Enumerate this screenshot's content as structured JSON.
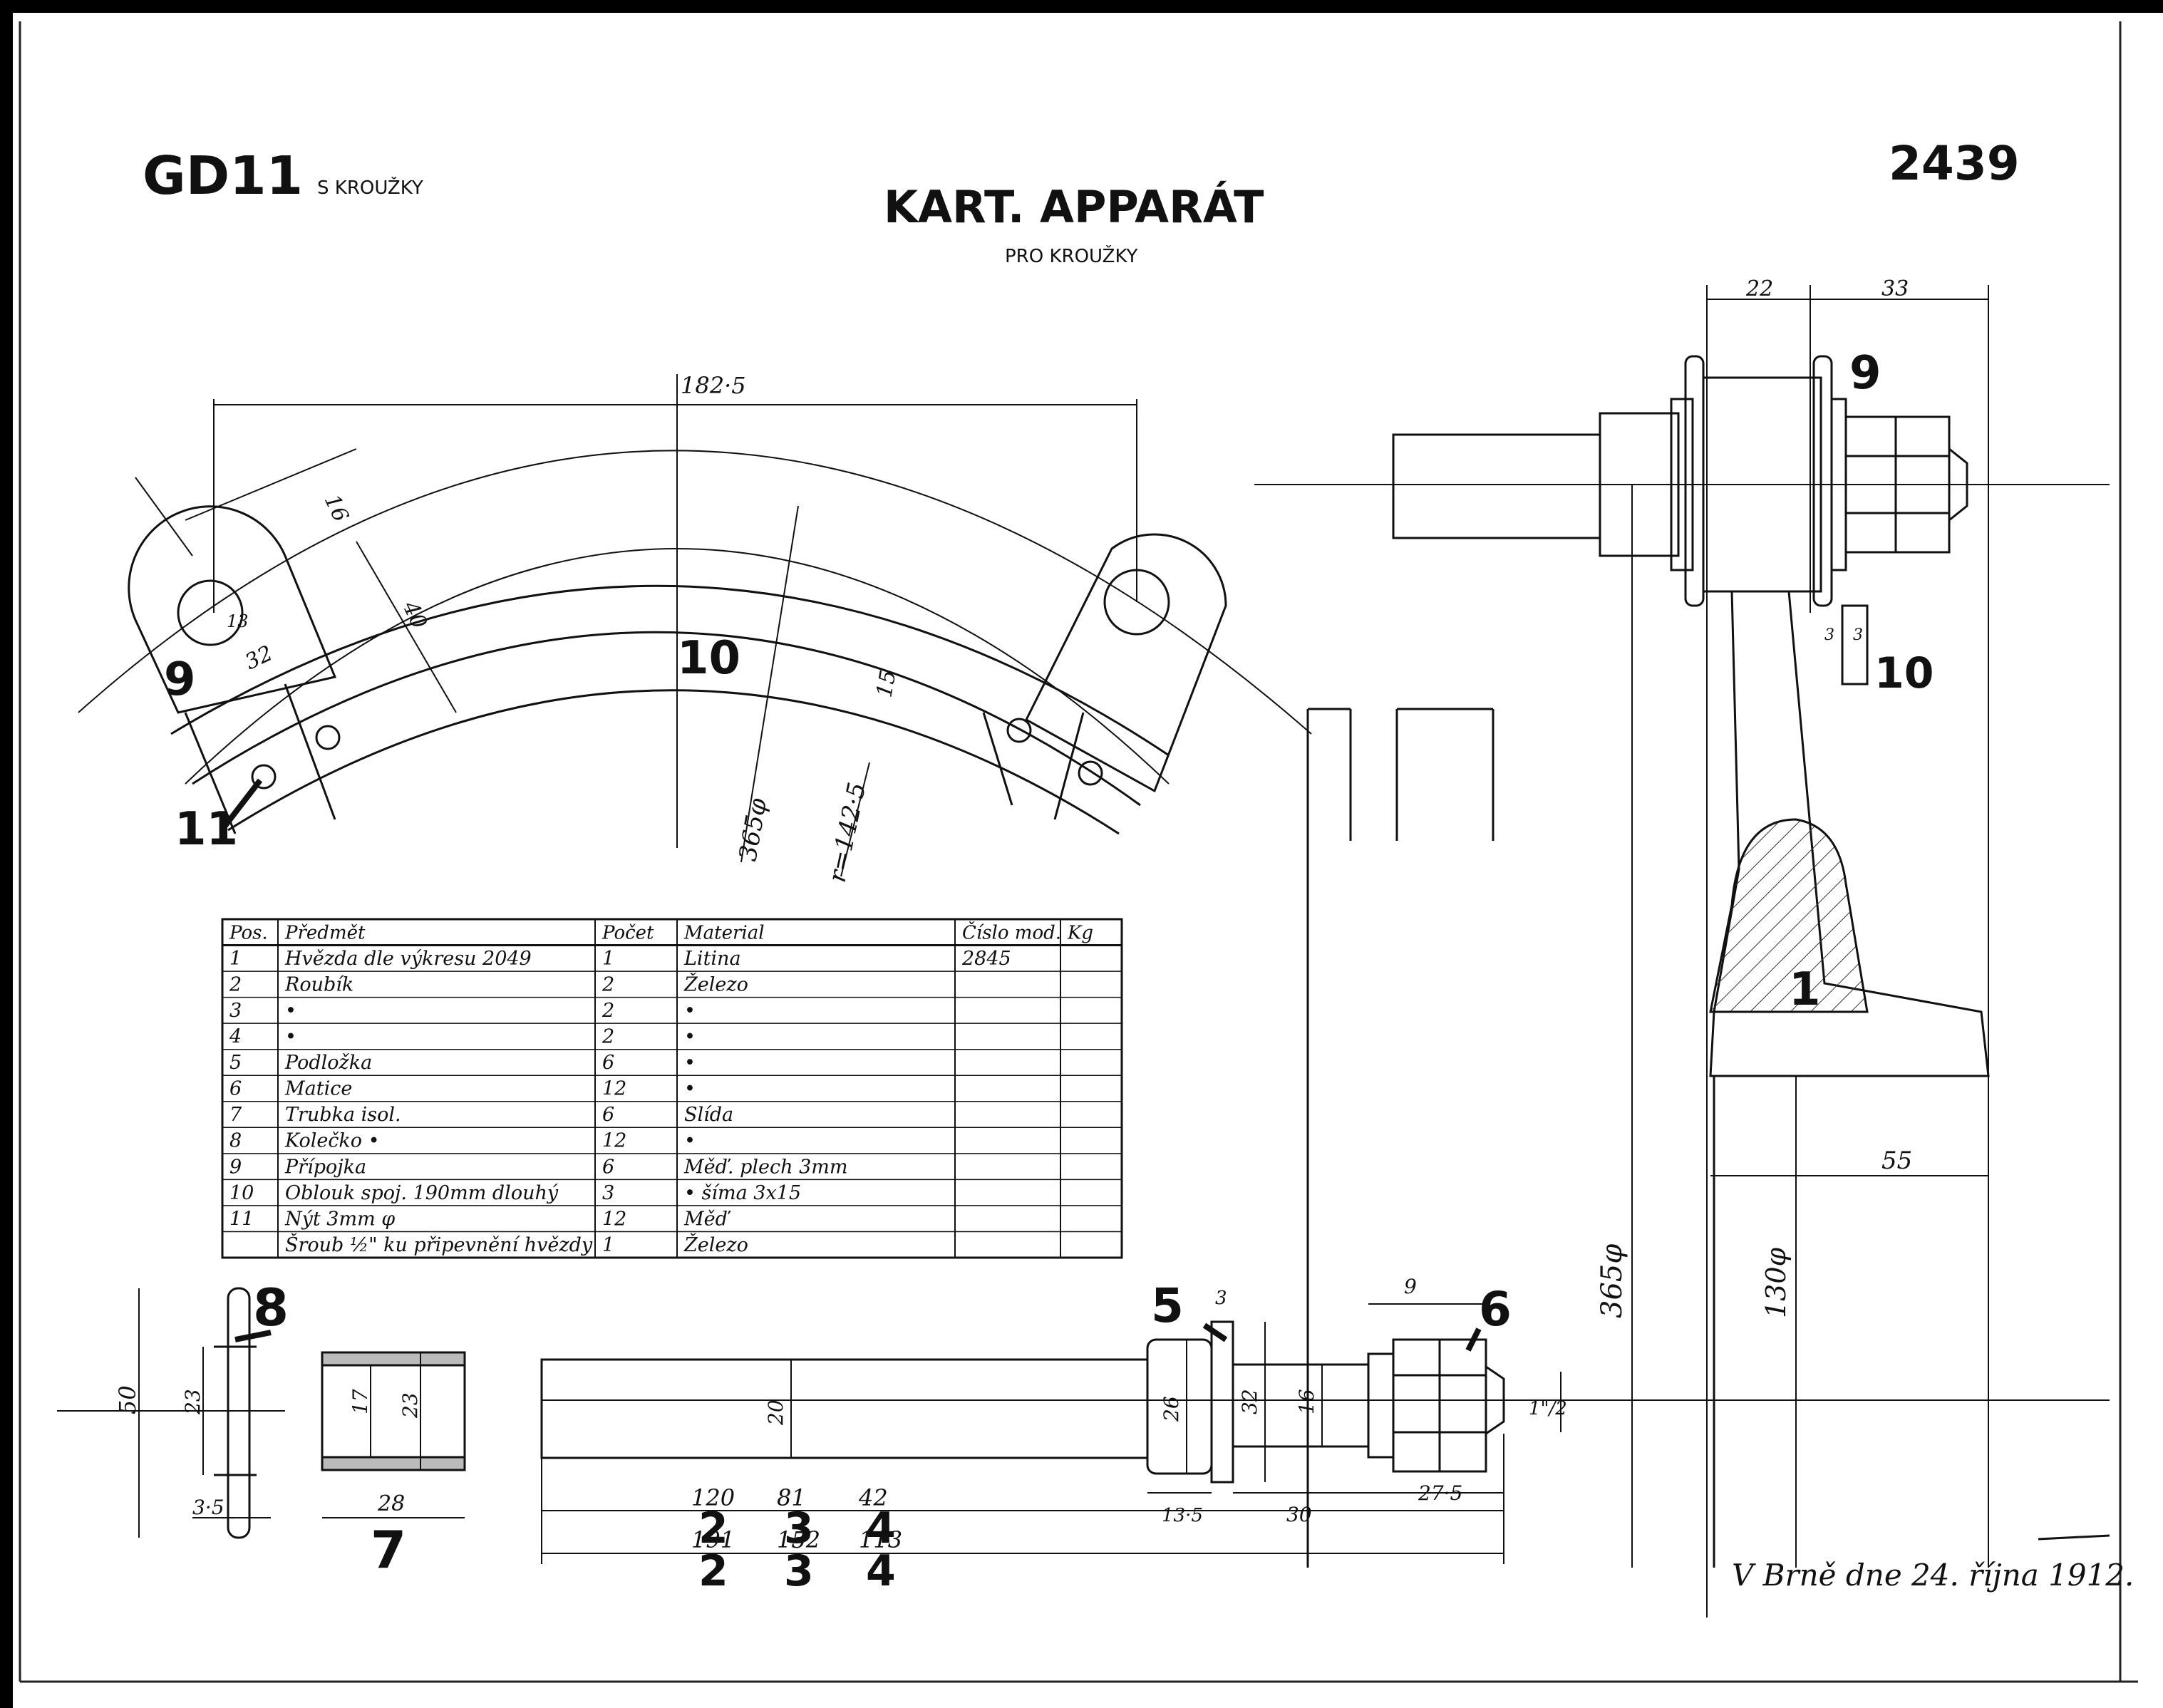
{
  "header": {
    "code": "GD11",
    "code_note": "S KROUŽKY",
    "title": "KART. APPARÁT",
    "subtitle": "PRO KROUŽKY",
    "sheet_number": "2439"
  },
  "top_view": {
    "dim_width": "182·5",
    "dim_16": "16",
    "dim_40": "40",
    "dim_32": "32",
    "dim_13": "13",
    "dim_15": "15",
    "dim_365": "365φ",
    "dim_radius": "r=142·5",
    "callout_9": "9",
    "callout_10": "10",
    "callout_11": "11"
  },
  "side_view": {
    "dim_22": "22",
    "dim_33": "33",
    "dim_3a": "3",
    "dim_3b": "3",
    "dim_55": "55",
    "dim_365": "365φ",
    "dim_130": "130φ",
    "callout_9": "9",
    "callout_10": "10",
    "callout_1": "1"
  },
  "parts_table": {
    "headers": [
      "Pos.",
      "Předmět",
      "Počet",
      "Material",
      "Číslo mod.",
      "Kg"
    ],
    "rows": [
      [
        "1",
        "Hvězda dle výkresu 2049",
        "1",
        "Litina",
        "2845",
        ""
      ],
      [
        "2",
        "Roubík",
        "2",
        "Železo",
        "",
        ""
      ],
      [
        "3",
        "•",
        "2",
        "•",
        "",
        ""
      ],
      [
        "4",
        "•",
        "2",
        "•",
        "",
        ""
      ],
      [
        "5",
        "Podložka",
        "6",
        "•",
        "",
        ""
      ],
      [
        "6",
        "Matice",
        "12",
        "•",
        "",
        ""
      ],
      [
        "7",
        "Trubka isol.",
        "6",
        "Slída",
        "",
        ""
      ],
      [
        "8",
        "Kolečko •",
        "12",
        "•",
        "",
        ""
      ],
      [
        "9",
        "Přípojka",
        "6",
        "Měď. plech 3mm",
        "",
        ""
      ],
      [
        "10",
        "Oblouk spoj. 190mm dlouhý",
        "3",
        "• šíma 3x15",
        "",
        ""
      ],
      [
        "11",
        "Nýt 3mm φ",
        "12",
        "Měď",
        "",
        ""
      ],
      [
        "",
        "Šroub ½\" ku připevnění hvězdy",
        "1",
        "Železo",
        "",
        ""
      ]
    ]
  },
  "washer_view": {
    "callout": "8",
    "dim_50": "50",
    "dim_23": "23",
    "dim_3_5": "3·5"
  },
  "tube_view": {
    "callout": "7",
    "dim_17": "17",
    "dim_23": "23",
    "dim_28": "28"
  },
  "bolt_view": {
    "callout_5": "5",
    "callout_6": "6",
    "dim_20": "20",
    "dim_26": "26",
    "dim_32": "32",
    "dim_16": "16",
    "dim_9": "9",
    "dim_3": "3",
    "dim_thread": "1\"/2",
    "dim_13_5": "13·5",
    "dim_30": "30",
    "dim_27_5": "27·5",
    "len_a": [
      "120",
      "81",
      "42"
    ],
    "pos_a": [
      "2",
      "3",
      "4"
    ],
    "len_b": [
      "191",
      "152",
      "113"
    ],
    "pos_b": [
      "2",
      "3",
      "4"
    ]
  },
  "signature": "V Brně dne 24. října 1912."
}
